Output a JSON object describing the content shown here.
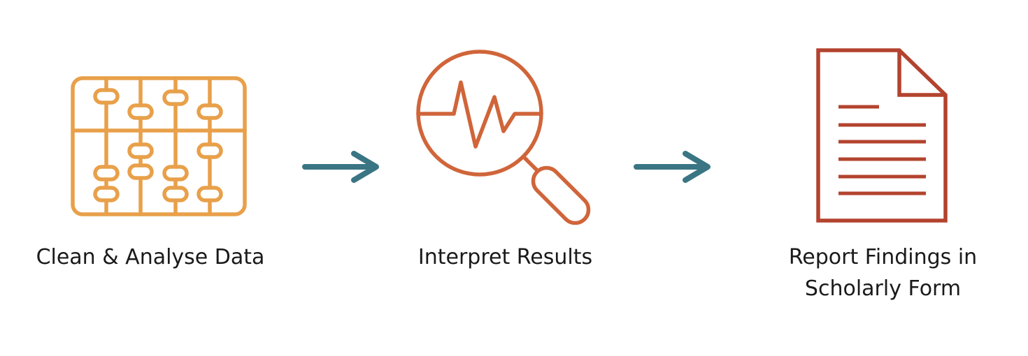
{
  "steps": [
    {
      "label_lines": [
        "Clean & Analyse Data"
      ],
      "icon": "abacus-icon",
      "color": "#E8A04A"
    },
    {
      "label_lines": [
        "Interpret Results"
      ],
      "icon": "magnifier-pulse-icon",
      "color": "#D0653A"
    },
    {
      "label_lines": [
        "Report Findings in",
        "Scholarly Form"
      ],
      "icon": "document-icon",
      "color": "#B3432E"
    }
  ],
  "arrow_color": "#3A7584"
}
